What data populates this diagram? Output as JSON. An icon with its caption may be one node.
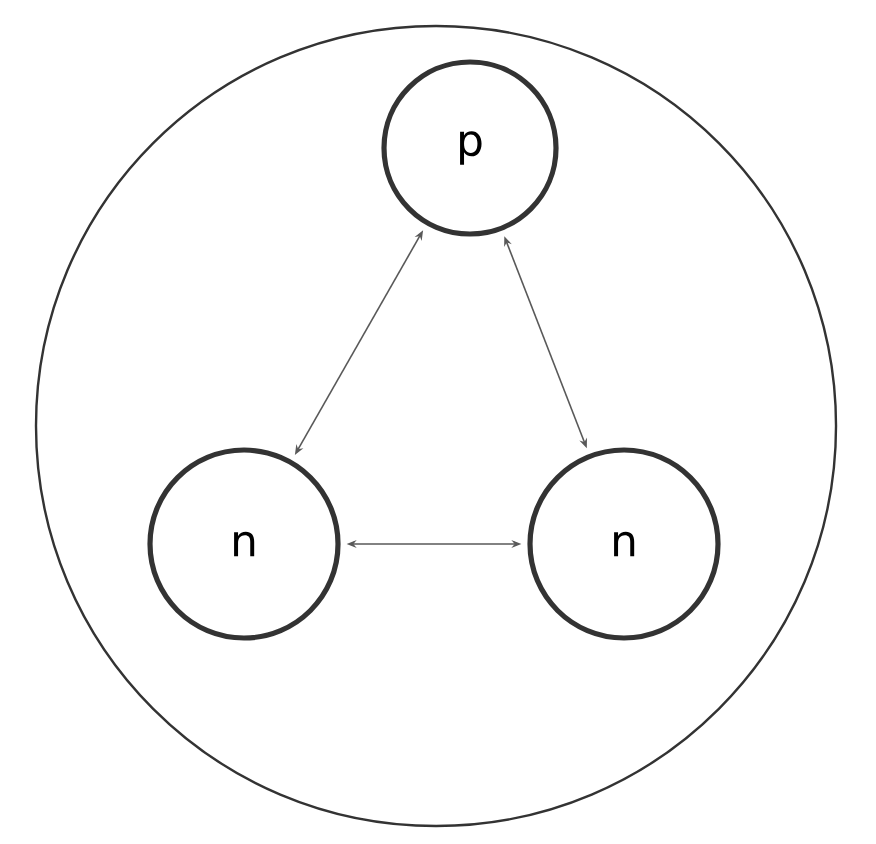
{
  "diagram": {
    "nodes": [
      {
        "text": [],
        "shape": "circle"
      },
      {
        "text": [
          "p"
        ],
        "in": 0
      },
      {
        "text": [
          "n"
        ],
        "in": 0
      },
      {
        "text": [
          "n"
        ],
        "in": 0
      }
    ],
    "edges": [
      {
        "from": 1,
        "to": 2,
        "arrow": "both"
      },
      {
        "from": 1,
        "to": 3,
        "arrow": "both"
      },
      {
        "from": 2,
        "to": 3,
        "arrow": "both"
      }
    ]
  }
}
